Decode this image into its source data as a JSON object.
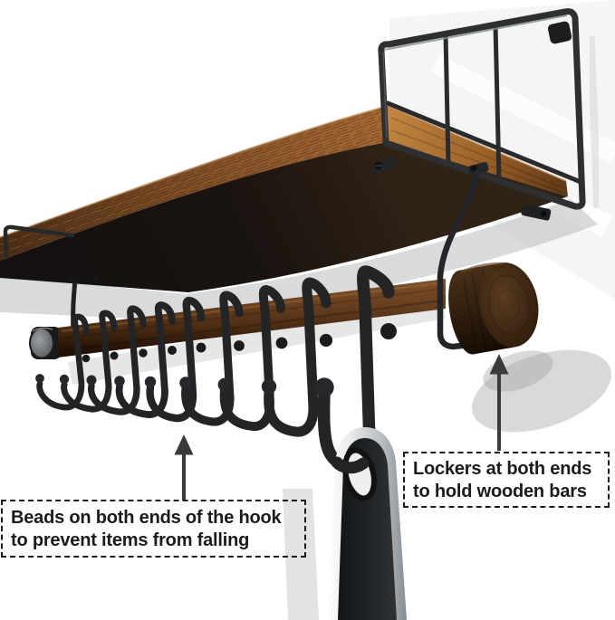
{
  "image": {
    "type": "annotated product photo",
    "subject": "wall-mounted wooden shelf with metal rail, hanging wooden rod, S-hooks and a hanging kitchen utensil"
  },
  "callouts": {
    "beads": {
      "line1": "Beads on both ends of the hook",
      "line2": "to prevent items from falling"
    },
    "lockers": {
      "line1": "Lockers at both ends",
      "line2": "to hold wooden bars"
    }
  },
  "colors": {
    "wall": "#ffffff",
    "text": "#1b1b1d",
    "border": "#1b1b1d",
    "arrow": "#3a3a3d",
    "wood_band_dark": "#4a2c15",
    "wood_band_mid": "#7b4b24",
    "wood_band_light": "#a86a34",
    "strip_light": "#c08440",
    "strip_dark": "#5f3817",
    "underside": "#1b1410",
    "metal": "#2d2f31",
    "hook": "#222426",
    "rod_light": "#7d5129",
    "rod_dark": "#1d0f05",
    "cap_face": "#5a3d22",
    "cap_dark": "#160b03",
    "utensil_silver": "#e7eaeb",
    "utensil_dark": "#2e3234"
  }
}
